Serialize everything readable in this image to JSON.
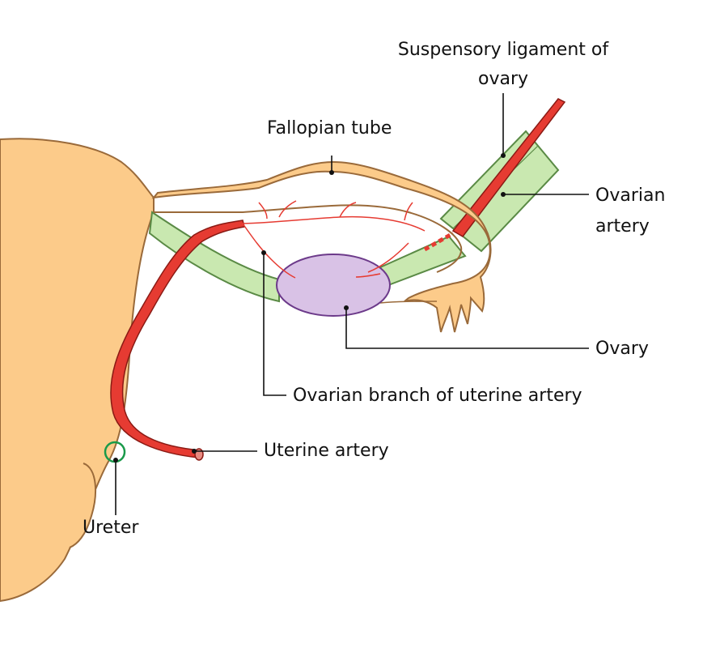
{
  "labels": {
    "suspensory_ligament_line1": "Suspensory ligament of",
    "suspensory_ligament_line2": "ovary",
    "fallopian_tube": "Fallopian tube",
    "ovarian_artery_line1": "Ovarian",
    "ovarian_artery_line2": "artery",
    "ovary": "Ovary",
    "ovarian_branch": "Ovarian branch of uterine artery",
    "uterine_artery": "Uterine artery",
    "ureter": "Ureter"
  },
  "colors": {
    "uterus_fill": "#fccb8a",
    "uterus_stroke": "#9a6a3a",
    "ligament_fill": "#c9e8b0",
    "ligament_stroke": "#5a8a45",
    "artery_fill": "#e63b32",
    "artery_stroke": "#8a1a14",
    "ovary_fill": "#d9c2e6",
    "ovary_stroke": "#6c3a8a",
    "ureter_stroke": "#1a9a4a",
    "leader": "#111111"
  }
}
